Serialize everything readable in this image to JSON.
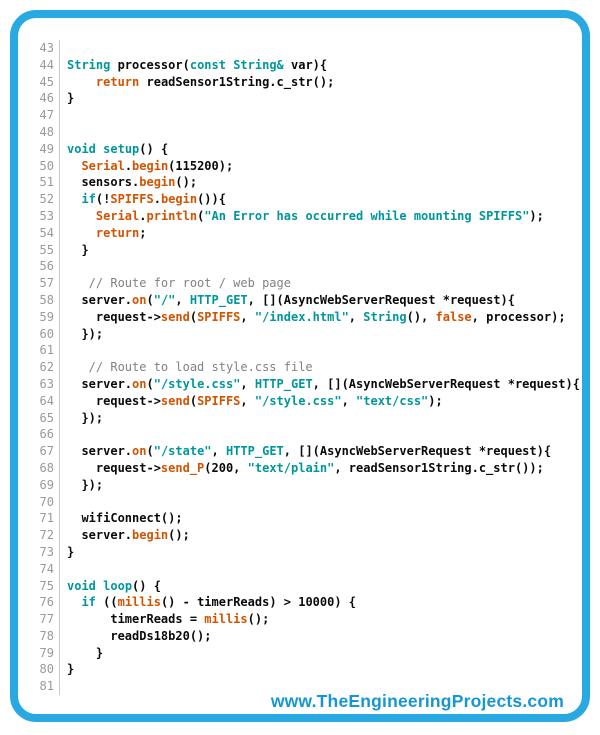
{
  "colors": {
    "teal": "#00979C",
    "orange": "#D35400",
    "string": "#00979C",
    "comment": "#828282",
    "plain": "#0a0a0a",
    "gutter_num": "#9A9A9A",
    "gutter_line": "#C9C9C9",
    "frame_blue": "#29A9E1",
    "watermark_blue": "#1697D4"
  },
  "watermark": {
    "text": "www.TheEngineeringProjects.com"
  },
  "editor": {
    "first_line": 43,
    "last_line": 81,
    "lines": [
      {
        "n": "43",
        "tokens": []
      },
      {
        "n": "44",
        "tokens": [
          [
            "teal",
            "String"
          ],
          [
            "plain",
            " processor("
          ],
          [
            "teal",
            "const"
          ],
          [
            "plain",
            " "
          ],
          [
            "teal",
            "String&"
          ],
          [
            "plain",
            " var){"
          ]
        ]
      },
      {
        "n": "45",
        "tokens": [
          [
            "plain",
            "    "
          ],
          [
            "orange",
            "return"
          ],
          [
            "plain",
            " readSensor1String.c_str();"
          ]
        ]
      },
      {
        "n": "46",
        "tokens": [
          [
            "plain",
            "}"
          ]
        ]
      },
      {
        "n": "47",
        "tokens": []
      },
      {
        "n": "48",
        "tokens": []
      },
      {
        "n": "49",
        "tokens": [
          [
            "teal",
            "void"
          ],
          [
            "plain",
            " "
          ],
          [
            "teal",
            "setup"
          ],
          [
            "plain",
            "() {"
          ]
        ]
      },
      {
        "n": "50",
        "tokens": [
          [
            "plain",
            "  "
          ],
          [
            "orangeBold",
            "Serial"
          ],
          [
            "plain",
            "."
          ],
          [
            "orange",
            "begin"
          ],
          [
            "plain",
            "(115200);"
          ]
        ]
      },
      {
        "n": "51",
        "tokens": [
          [
            "plain",
            "  sensors."
          ],
          [
            "orange",
            "begin"
          ],
          [
            "plain",
            "();"
          ]
        ]
      },
      {
        "n": "52",
        "tokens": [
          [
            "plain",
            "  "
          ],
          [
            "teal",
            "if"
          ],
          [
            "plain",
            "(!"
          ],
          [
            "orangeBold",
            "SPIFFS"
          ],
          [
            "plain",
            "."
          ],
          [
            "orange",
            "begin"
          ],
          [
            "plain",
            "()){"
          ]
        ]
      },
      {
        "n": "53",
        "tokens": [
          [
            "plain",
            "    "
          ],
          [
            "orangeBold",
            "Serial"
          ],
          [
            "plain",
            "."
          ],
          [
            "orange",
            "println"
          ],
          [
            "plain",
            "("
          ],
          [
            "string",
            "\"An Error has occurred while mounting SPIFFS\""
          ],
          [
            "plain",
            ");"
          ]
        ]
      },
      {
        "n": "54",
        "tokens": [
          [
            "plain",
            "    "
          ],
          [
            "orange",
            "return"
          ],
          [
            "plain",
            ";"
          ]
        ]
      },
      {
        "n": "55",
        "tokens": [
          [
            "plain",
            "  }"
          ]
        ]
      },
      {
        "n": "56",
        "tokens": []
      },
      {
        "n": "57",
        "tokens": [
          [
            "comment",
            "   // Route for root / web page"
          ]
        ]
      },
      {
        "n": "58",
        "tokens": [
          [
            "plain",
            "  server."
          ],
          [
            "orange",
            "on"
          ],
          [
            "plain",
            "("
          ],
          [
            "string",
            "\"/\""
          ],
          [
            "plain",
            ", "
          ],
          [
            "teal",
            "HTTP_GET"
          ],
          [
            "plain",
            ", [](AsyncWebServerRequest *request){"
          ]
        ]
      },
      {
        "n": "59",
        "tokens": [
          [
            "plain",
            "    request->"
          ],
          [
            "orange",
            "send"
          ],
          [
            "plain",
            "("
          ],
          [
            "orangeBold",
            "SPIFFS"
          ],
          [
            "plain",
            ", "
          ],
          [
            "string",
            "\"/index.html\""
          ],
          [
            "plain",
            ", "
          ],
          [
            "teal",
            "String"
          ],
          [
            "plain",
            "(), "
          ],
          [
            "orange",
            "false"
          ],
          [
            "plain",
            ", processor);"
          ]
        ]
      },
      {
        "n": "60",
        "tokens": [
          [
            "plain",
            "  });"
          ]
        ]
      },
      {
        "n": "61",
        "tokens": []
      },
      {
        "n": "62",
        "tokens": [
          [
            "comment",
            "   // Route to load style.css file"
          ]
        ]
      },
      {
        "n": "63",
        "tokens": [
          [
            "plain",
            "  server."
          ],
          [
            "orange",
            "on"
          ],
          [
            "plain",
            "("
          ],
          [
            "string",
            "\"/style.css\""
          ],
          [
            "plain",
            ", "
          ],
          [
            "teal",
            "HTTP_GET"
          ],
          [
            "plain",
            ", [](AsyncWebServerRequest *request){"
          ]
        ]
      },
      {
        "n": "64",
        "tokens": [
          [
            "plain",
            "    request->"
          ],
          [
            "orange",
            "send"
          ],
          [
            "plain",
            "("
          ],
          [
            "orangeBold",
            "SPIFFS"
          ],
          [
            "plain",
            ", "
          ],
          [
            "string",
            "\"/style.css\""
          ],
          [
            "plain",
            ", "
          ],
          [
            "string",
            "\"text/css\""
          ],
          [
            "plain",
            ");"
          ]
        ]
      },
      {
        "n": "65",
        "tokens": [
          [
            "plain",
            "  });"
          ]
        ]
      },
      {
        "n": "66",
        "tokens": []
      },
      {
        "n": "67",
        "tokens": [
          [
            "plain",
            "  server."
          ],
          [
            "orange",
            "on"
          ],
          [
            "plain",
            "("
          ],
          [
            "string",
            "\"/state\""
          ],
          [
            "plain",
            ", "
          ],
          [
            "teal",
            "HTTP_GET"
          ],
          [
            "plain",
            ", [](AsyncWebServerRequest *request){"
          ]
        ]
      },
      {
        "n": "68",
        "tokens": [
          [
            "plain",
            "    request->"
          ],
          [
            "orange",
            "send_P"
          ],
          [
            "plain",
            "(200, "
          ],
          [
            "string",
            "\"text/plain\""
          ],
          [
            "plain",
            ", readSensor1String.c_str());"
          ]
        ]
      },
      {
        "n": "69",
        "tokens": [
          [
            "plain",
            "  });"
          ]
        ]
      },
      {
        "n": "70",
        "tokens": []
      },
      {
        "n": "71",
        "tokens": [
          [
            "plain",
            "  wifiConnect();"
          ]
        ]
      },
      {
        "n": "72",
        "tokens": [
          [
            "plain",
            "  server."
          ],
          [
            "orange",
            "begin"
          ],
          [
            "plain",
            "();"
          ]
        ]
      },
      {
        "n": "73",
        "tokens": [
          [
            "plain",
            "}"
          ]
        ]
      },
      {
        "n": "74",
        "tokens": []
      },
      {
        "n": "75",
        "tokens": [
          [
            "teal",
            "void"
          ],
          [
            "plain",
            " "
          ],
          [
            "teal",
            "loop"
          ],
          [
            "plain",
            "() {"
          ]
        ]
      },
      {
        "n": "76",
        "tokens": [
          [
            "plain",
            "  "
          ],
          [
            "teal",
            "if"
          ],
          [
            "plain",
            " (("
          ],
          [
            "orange",
            "millis"
          ],
          [
            "plain",
            "() - timerReads) > 10000) {"
          ]
        ]
      },
      {
        "n": "77",
        "tokens": [
          [
            "plain",
            "      timerReads = "
          ],
          [
            "orange",
            "millis"
          ],
          [
            "plain",
            "();"
          ]
        ]
      },
      {
        "n": "78",
        "tokens": [
          [
            "plain",
            "      readDs18b20();"
          ]
        ]
      },
      {
        "n": "79",
        "tokens": [
          [
            "plain",
            "    }"
          ]
        ]
      },
      {
        "n": "80",
        "tokens": [
          [
            "plain",
            "}"
          ]
        ]
      },
      {
        "n": "81",
        "tokens": []
      }
    ]
  }
}
